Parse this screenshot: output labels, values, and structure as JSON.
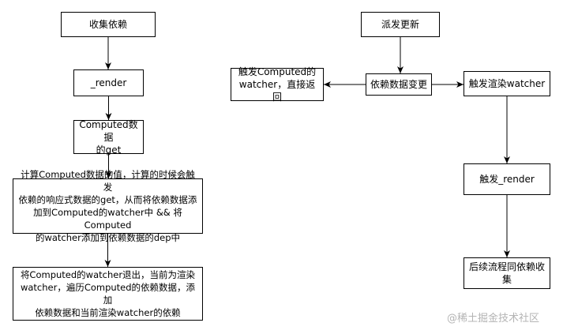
{
  "nodes": {
    "collect": "收集依赖",
    "render": "_render",
    "computed_get": "Computed数据\n的get",
    "calc": "计算Computed数据的值，计算的时候会触发\n依赖的响应式数据的get，从而将依赖数据添\n加到Computed的watcher中 && 将Computed\n的watcher添加到依赖数据的dep中",
    "exit": "将Computed的watcher退出，当前为渲染\nwatcher，遍历Computed的依赖数据，添加\n依赖数据和当前渲染watcher的依赖",
    "dispatch": "派发更新",
    "dep_change": "依赖数据变更",
    "computed_watcher": "触发Computed的\nwatcher，直接返回",
    "render_watcher": "触发渲染watcher",
    "trigger_render": "触发_render",
    "follow_up": "后续流程同依赖收集"
  },
  "edges": [
    [
      "collect",
      "render"
    ],
    [
      "render",
      "computed_get"
    ],
    [
      "computed_get",
      "calc"
    ],
    [
      "calc",
      "exit"
    ],
    [
      "dispatch",
      "dep_change"
    ],
    [
      "dep_change",
      "computed_watcher"
    ],
    [
      "dep_change",
      "render_watcher"
    ],
    [
      "render_watcher",
      "trigger_render"
    ],
    [
      "trigger_render",
      "follow_up"
    ]
  ],
  "watermark": "@稀土掘金技术社区",
  "colors": {
    "stroke": "#000000",
    "watermark": "#b4b4b4"
  }
}
